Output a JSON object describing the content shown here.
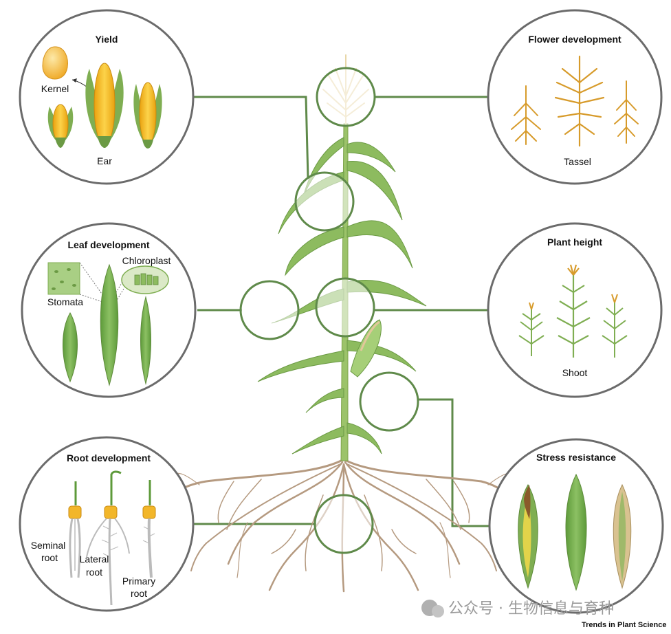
{
  "panels": {
    "yield": {
      "title": "Yield",
      "kernel_label": "Kernel",
      "ear_label": "Ear"
    },
    "flower": {
      "title": "Flower development",
      "tassel_label": "Tassel"
    },
    "leaf": {
      "title": "Leaf development",
      "chloroplast_label": "Chloroplast",
      "stomata_label": "Stomata"
    },
    "height": {
      "title": "Plant height",
      "shoot_label": "Shoot"
    },
    "root": {
      "title": "Root development",
      "seminal_label_1": "Seminal",
      "seminal_label_2": "root",
      "lateral_label_1": "Lateral",
      "lateral_label_2": "root",
      "primary_label_1": "Primary",
      "primary_label_2": "root"
    },
    "stress": {
      "title": "Stress resistance"
    }
  },
  "watermark": {
    "text": "公众号 · 生物信息与育种"
  },
  "credit": {
    "text": "Trends in Plant Science"
  },
  "colors": {
    "ring": "#5f8a4a",
    "panel_border": "#6b6b6b",
    "stem": "#9cc36a",
    "leaf": "#7fae52",
    "root": "#b59a80",
    "kernel": "#f2b62a"
  }
}
